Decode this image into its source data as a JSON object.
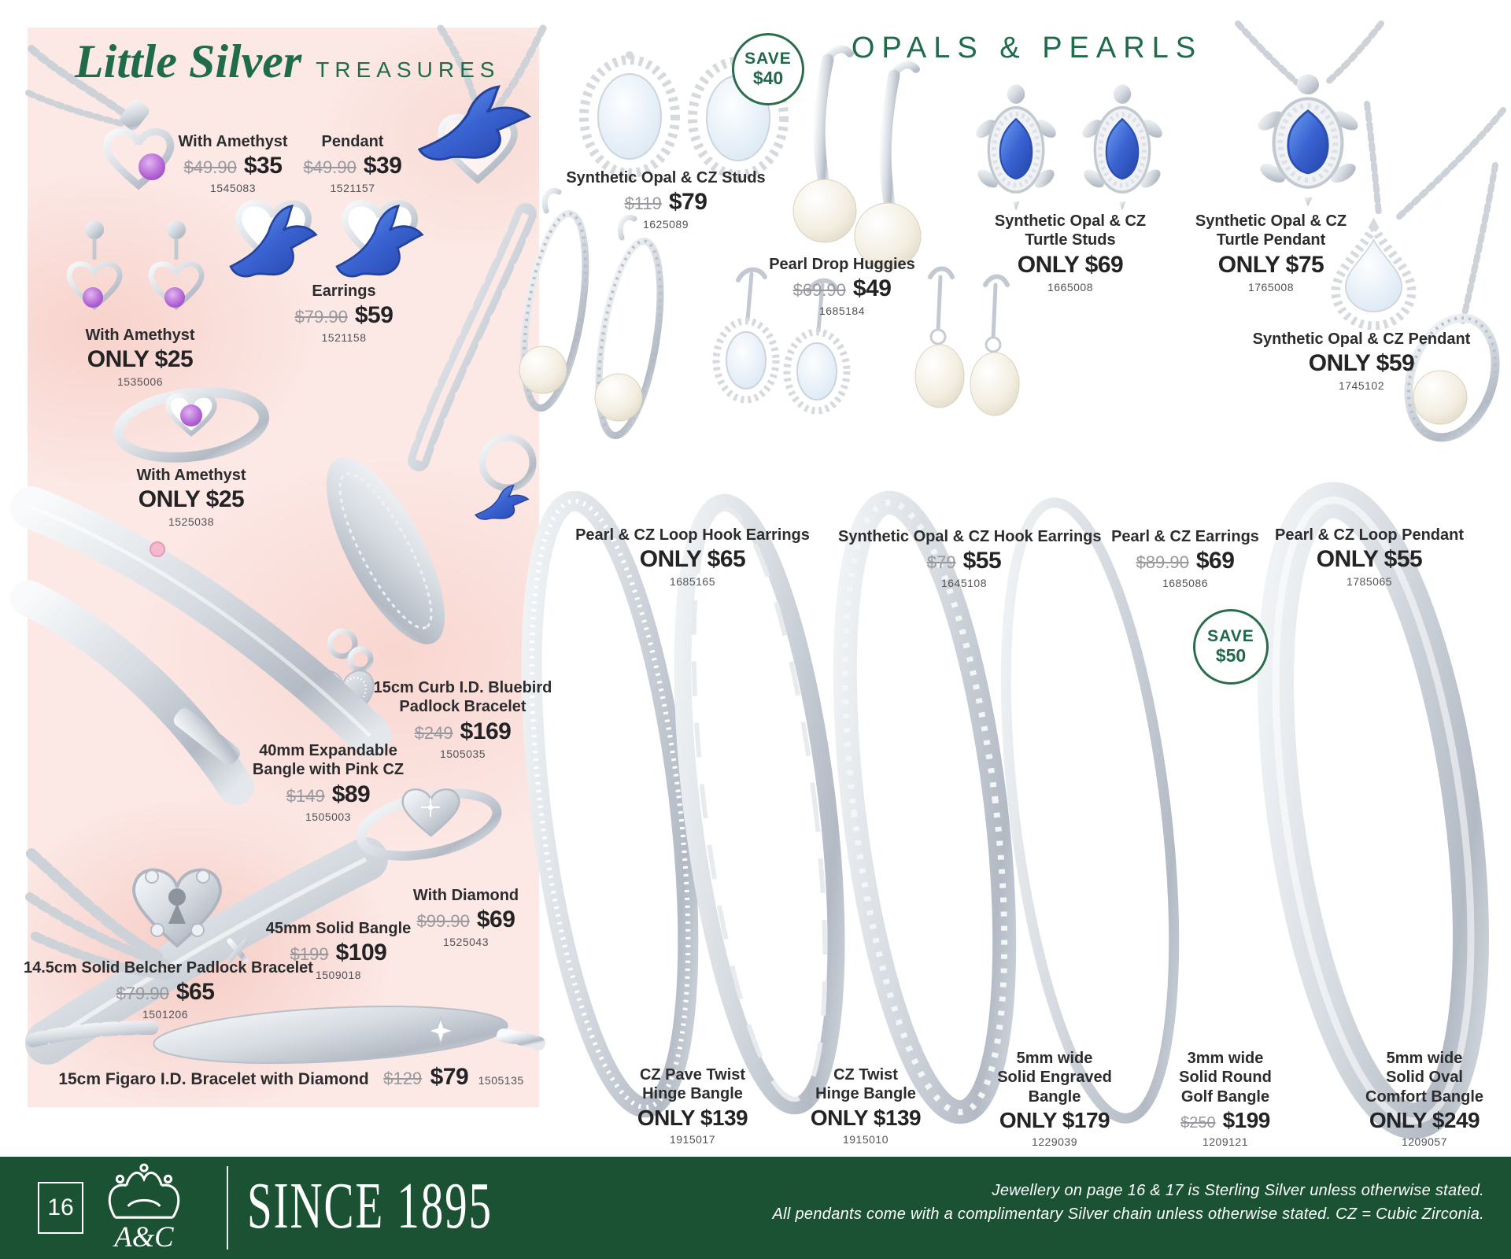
{
  "colors": {
    "brand_green": "#1b5233",
    "heading_green": "#1f6b4a",
    "panel_pink": "#fce9e6"
  },
  "left_panel": {
    "title_script": "Little Silver",
    "title_caps": "TREASURES",
    "products": [
      {
        "name": "With Amethyst",
        "was": "$49.90",
        "now": "$35",
        "code": "1545083"
      },
      {
        "name": "Pendant",
        "was": "$49.90",
        "now": "$39",
        "code": "1521157"
      },
      {
        "name": "With Amethyst",
        "now": "ONLY $25",
        "code": "1535006"
      },
      {
        "name": "Earrings",
        "was": "$79.90",
        "now": "$59",
        "code": "1521158"
      },
      {
        "name": "With Amethyst",
        "now": "ONLY $25",
        "code": "1525038"
      },
      {
        "name": "15cm Curb I.D. Bluebird",
        "name2": "Padlock Bracelet",
        "was": "$249",
        "now": "$169",
        "code": "1505035"
      },
      {
        "name": "40mm Expandable",
        "name2": "Bangle with Pink CZ",
        "was": "$149",
        "now": "$89",
        "code": "1505003"
      },
      {
        "name": "With Diamond",
        "was": "$99.90",
        "now": "$69",
        "code": "1525043"
      },
      {
        "name": "45mm Solid Bangle",
        "was": "$199",
        "now": "$109",
        "code": "1509018"
      },
      {
        "name": "14.5cm Solid Belcher Padlock Bracelet",
        "was": "$79.90",
        "now": "$65",
        "code": "1501206"
      },
      {
        "name": "15cm Figaro I.D. Bracelet with Diamond",
        "was": "$129",
        "now": "$79",
        "code": "1505135"
      }
    ]
  },
  "right_panel": {
    "title": "OPALS & PEARLS",
    "badges": [
      {
        "label": "SAVE",
        "amount": "$40"
      },
      {
        "label": "SAVE",
        "amount": "$50"
      }
    ],
    "products": [
      {
        "name": "Synthetic Opal & CZ Studs",
        "was": "$119",
        "now": "$79",
        "code": "1625089"
      },
      {
        "name": "Pearl Drop Huggies",
        "was": "$69.90",
        "now": "$49",
        "code": "1685184"
      },
      {
        "name": "Synthetic Opal & CZ",
        "name2": "Turtle Studs",
        "now": "ONLY $69",
        "code": "1665008"
      },
      {
        "name": "Synthetic Opal & CZ",
        "name2": "Turtle Pendant",
        "now": "ONLY $75",
        "code": "1765008"
      },
      {
        "name": "Synthetic Opal & CZ Pendant",
        "now": "ONLY $59",
        "code": "1745102"
      },
      {
        "name": "Pearl & CZ Loop Hook Earrings",
        "now": "ONLY $65",
        "code": "1685165"
      },
      {
        "name": "Synthetic Opal & CZ Hook Earrings",
        "was": "$79",
        "now": "$55",
        "code": "1645108"
      },
      {
        "name": "Pearl & CZ Earrings",
        "was": "$89.90",
        "now": "$69",
        "code": "1685086"
      },
      {
        "name": "Pearl & CZ Loop Pendant",
        "now": "ONLY $55",
        "code": "1785065"
      },
      {
        "name": "CZ Pave Twist",
        "name2": "Hinge Bangle",
        "now": "ONLY $139",
        "code": "1915017"
      },
      {
        "name": "CZ Twist",
        "name2": "Hinge Bangle",
        "now": "ONLY $139",
        "code": "1915010"
      },
      {
        "name": "5mm wide",
        "name2": "Solid Engraved",
        "name3": "Bangle",
        "now": "ONLY $179",
        "code": "1229039"
      },
      {
        "name": "3mm wide",
        "name2": "Solid Round",
        "name3": "Golf Bangle",
        "was": "$250",
        "now": "$199",
        "code": "1209121"
      },
      {
        "name": "5mm wide",
        "name2": "Solid Oval",
        "name3": "Comfort Bangle",
        "now": "ONLY $249",
        "code": "1209057"
      }
    ]
  },
  "footer": {
    "page_number": "16",
    "logo_monogram": "A&C",
    "since_text": "SINCE 1895",
    "note_line1": "Jewellery on page 16 & 17 is Sterling Silver unless otherwise stated.",
    "note_line2": "All pendants come with a complimentary Silver chain unless otherwise stated. CZ = Cubic Zirconia."
  }
}
